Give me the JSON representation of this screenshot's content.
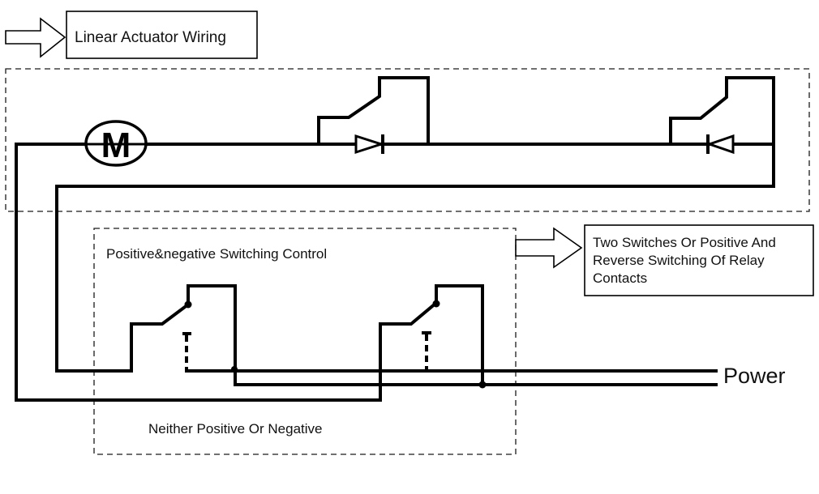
{
  "diagram": {
    "title": "Linear Actuator Wiring",
    "motor_symbol": "M",
    "limit_switch_group": {
      "switches": [
        {
          "name": "left-limit-switch",
          "diode_direction": "right"
        },
        {
          "name": "right-limit-switch",
          "diode_direction": "left"
        }
      ]
    },
    "control_group": {
      "title": "Positive&negative Switching Control",
      "state_label": "Neither Positive Or Negative",
      "switches": [
        {
          "name": "control-switch-1"
        },
        {
          "name": "control-switch-2"
        }
      ]
    },
    "note": {
      "lines": [
        "Two Switches Or Positive And",
        "Reverse Switching Of Relay",
        "Contacts"
      ]
    },
    "power_label": "Power",
    "colors": {
      "line": "#000000",
      "background": "#ffffff"
    }
  }
}
